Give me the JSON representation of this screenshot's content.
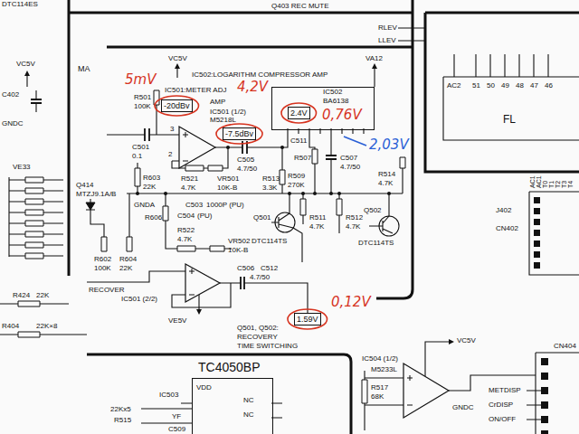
{
  "diagram": {
    "nodes": [
      {
        "text": [
          "-20dBv"
        ]
      },
      {
        "text": [
          "-7.5dBv"
        ]
      },
      {
        "text": [
          "IC502",
          "BA6138"
        ]
      },
      {
        "text": [
          "2.4V"
        ],
        "in": 2
      },
      {
        "text": [
          "1.59V"
        ]
      },
      {
        "text": [
          "TC4050BP",
          "VDD",
          "NC",
          "NC"
        ]
      }
    ],
    "labels": [
      "DTC114ES",
      "Q403 REC MUTE",
      "RLEV",
      "LLEV",
      "VC5V",
      "MA",
      "C402",
      "GNDC",
      "VE33",
      "VC5V",
      "VA12",
      "IC502:LOGARITHM COMPRESSOR AMP",
      "5mV",
      "IC501:METER ADJ",
      "4,2V",
      "AMP",
      "IC501 (1/2)",
      "M5218L",
      "R501",
      "100K",
      "C501",
      "0.1",
      "3",
      "2",
      "C505",
      "4.7/50",
      "C511",
      "R603",
      "22K",
      "R521",
      "4.7K",
      "VR501",
      "10K-B",
      "R513",
      "3.3K",
      "C503",
      "1000P (PU)",
      "R606",
      "C504",
      "(PU)",
      "R522",
      "4.7K",
      "GNDA",
      "Q414",
      "MTZJ9.1A/B",
      "Q501",
      "DTC114TS",
      "Q502",
      "DTC114TS",
      "R507",
      "R509",
      "270K",
      "R511",
      "4.7K",
      "R512",
      "4.7K",
      "R514",
      "4.7K",
      "C507",
      "4.7/50",
      "VR502",
      "10K-B",
      "C506",
      "C512",
      "4.7/50",
      "R604",
      "22K",
      "R602",
      "100K",
      "IC501 (2/2)",
      "RECOVER",
      "VE5V",
      "R424",
      "22K",
      "R404",
      "22K×8",
      "Q501, Q502:",
      "RECOVERY",
      "TIME SWITCHING",
      "0,12V",
      "IC503",
      "YF",
      "22Kx5",
      "R515",
      "C509",
      "VC5V",
      "IC504 (1/2)",
      "M5233L",
      "R517",
      "68K",
      "GNDC",
      "METDISP",
      "CrDISP",
      "ON/OFF",
      "CN404",
      "J402",
      "CN402",
      "FL",
      "AC2",
      "51",
      "50",
      "49",
      "48",
      "47",
      "46",
      "AC1",
      "AC1",
      "T0",
      "T1",
      "T2",
      "T3",
      "T4",
      "2,03V",
      "0,76V"
    ]
  }
}
